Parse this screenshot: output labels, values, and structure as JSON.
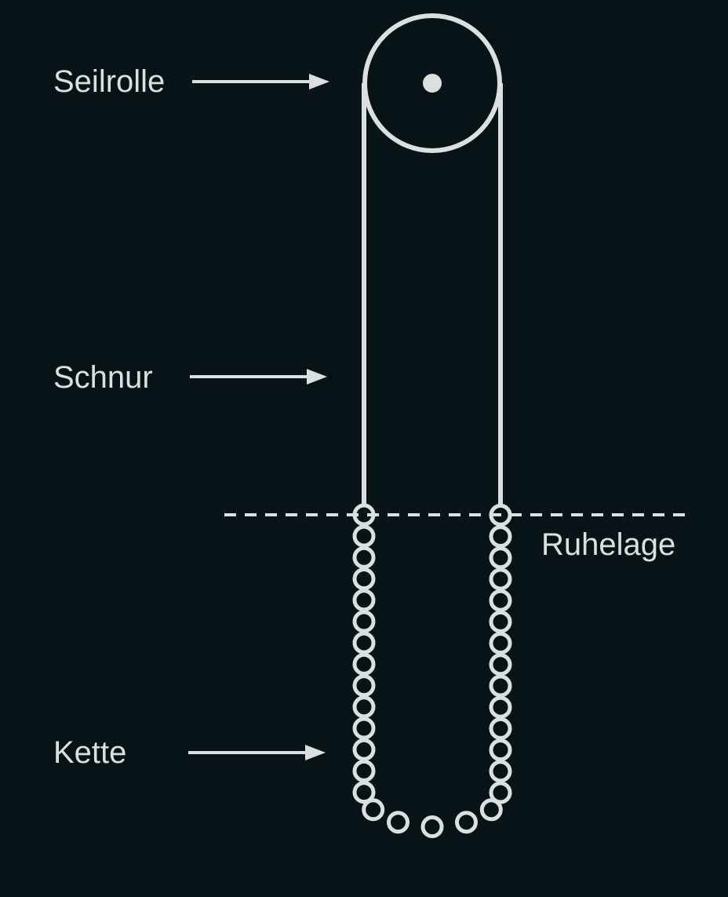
{
  "diagram": {
    "labels": {
      "pulley": "Seilrolle",
      "cord": "Schnur",
      "rest_position": "Ruhelage",
      "chain": "Kette"
    },
    "colors": {
      "background": "#081317",
      "stroke": "#dcdfe0"
    }
  }
}
